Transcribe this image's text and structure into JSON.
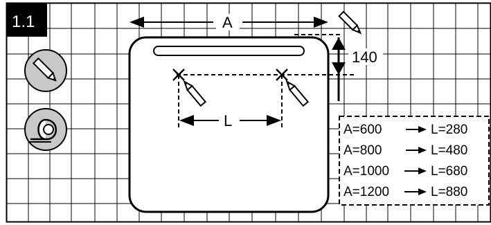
{
  "step_label": "1.1",
  "dimensions": {
    "width_label": "A",
    "spacing_label": "L",
    "offset_label": "140"
  },
  "size_table": [
    {
      "a": "A=600",
      "l": "L=280"
    },
    {
      "a": "A=800",
      "l": "L=480"
    },
    {
      "a": "A=1000",
      "l": "L=680"
    },
    {
      "a": "A=1200",
      "l": "L=880"
    }
  ],
  "icons": [
    "pencil-icon",
    "tape-measure-icon"
  ]
}
